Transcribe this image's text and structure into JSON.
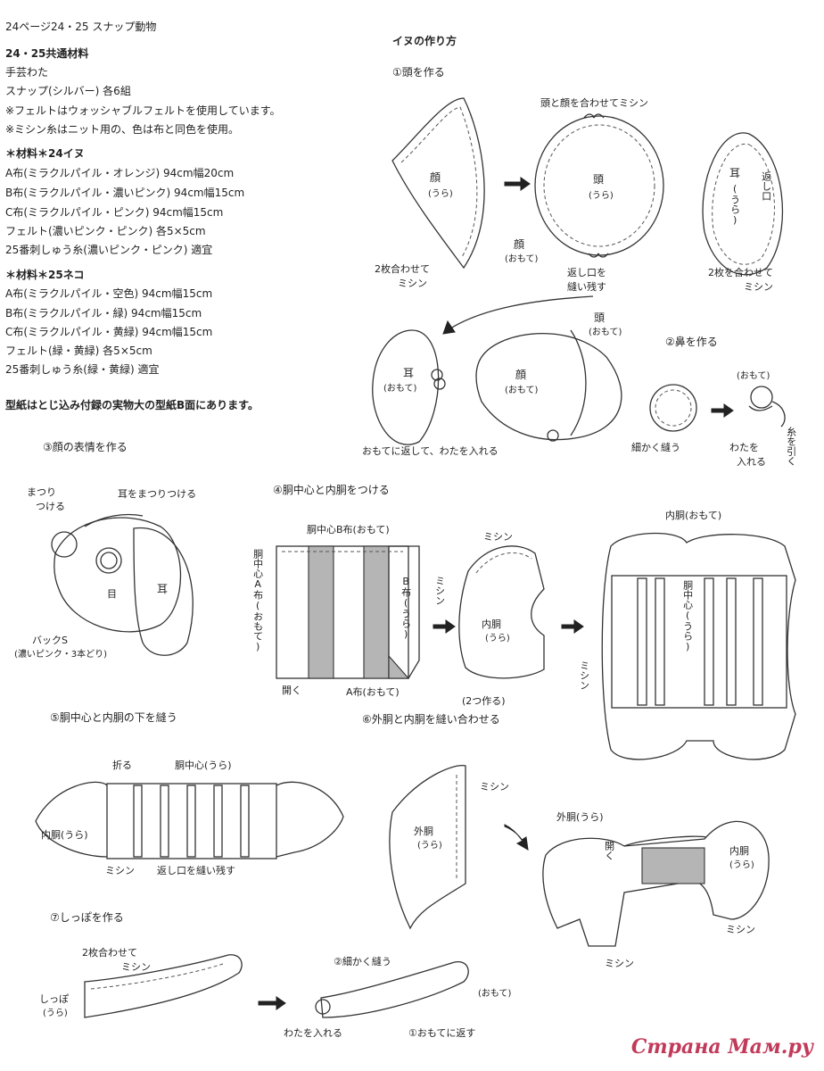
{
  "header": {
    "page_ref": "24ページ24・25 スナップ動物",
    "common_title": "24・25共通材料",
    "common": [
      "手芸わた",
      "スナップ(シルバー) 各6組",
      "※フェルトはウォッシャブルフェルトを使用しています。",
      "※ミシン糸はニット用の、色は布と同色を使用。"
    ],
    "m24_title": "＊材料＊24イヌ",
    "m24": [
      "A布(ミラクルパイル・オレンジ) 94cm幅20cm",
      "B布(ミラクルパイル・濃いピンク) 94cm幅15cm",
      "C布(ミラクルパイル・ピンク) 94cm幅15cm",
      "フェルト(濃いピンク・ピンク) 各5×5cm",
      "25番刺しゅう糸(濃いピンク・ピンク) 適宜"
    ],
    "m25_title": "＊材料＊25ネコ",
    "m25": [
      "A布(ミラクルパイル・空色) 94cm幅15cm",
      "B布(ミラクルパイル・緑) 94cm幅15cm",
      "C布(ミラクルパイル・黄緑) 94cm幅15cm",
      "フェルト(緑・黄緑) 各5×5cm",
      "25番刺しゅう糸(緑・黄緑) 適宜"
    ],
    "pattern_note": "型紙はとじ込み付録の実物大の型紙B面にあります。"
  },
  "how_to": {
    "title": "イヌの作り方",
    "s1": "①頭を作る",
    "s1_sew_note": "頭と顔を合わせてミシン",
    "face": "顔",
    "ura": "(うら)",
    "omote": "(おもて)",
    "head": "頭",
    "ear": "耳",
    "opening": "返し口",
    "two_sew": "2枚合わせて",
    "mishin": "ミシン",
    "two_sew2": "2枚を合わせて",
    "leave_open_1": "返し口を",
    "leave_open_2": "縫い残す",
    "turn_stuff": "おもてに返して、わたを入れる",
    "s2": "②鼻を作る",
    "fine_sew": "細かく縫う",
    "put_cotton_1": "わたを",
    "put_cotton_2": "入れる",
    "pull_thread": "糸を引く",
    "s3": "③顔の表情を作る",
    "blind_1": "まつり",
    "blind_2": "つける",
    "ear_attach": "耳をまつりつける",
    "eye": "目",
    "backs_1": "バックS",
    "backs_2": "(濃いピンク・3本どり)",
    "s4": "④胴中心と内胴をつける",
    "center_b": "胴中心B布(おもて)",
    "center_a": "胴中心A布(おもて)",
    "b_ura": "B布(うら)",
    "open_label": "開く",
    "a_omote": "A布(おもて)",
    "inner": "内胴",
    "make_two": "(2つ作る)",
    "inner_omote": "内胴(おもて)",
    "center_ura": "胴中心(うら)",
    "s5": "⑤胴中心と内胴の下を縫う",
    "fold": "折る",
    "center_ura2": "胴中心(うら)",
    "inner_ura": "内胴(うら)",
    "leave_open_3": "返し口を縫い残す",
    "s6": "⑥外胴と内胴を縫い合わせる",
    "outer": "外胴",
    "outer_ura": "外胴(うら)",
    "s7": "⑦しっぽを作る",
    "tail": "しっぽ",
    "two_sew3": "2枚合わせて",
    "fine_sew2": "②細かく縫う",
    "put_cotton3": "わたを入れる",
    "turn": "①おもてに返す"
  },
  "watermark": "Страна Мам.ру"
}
